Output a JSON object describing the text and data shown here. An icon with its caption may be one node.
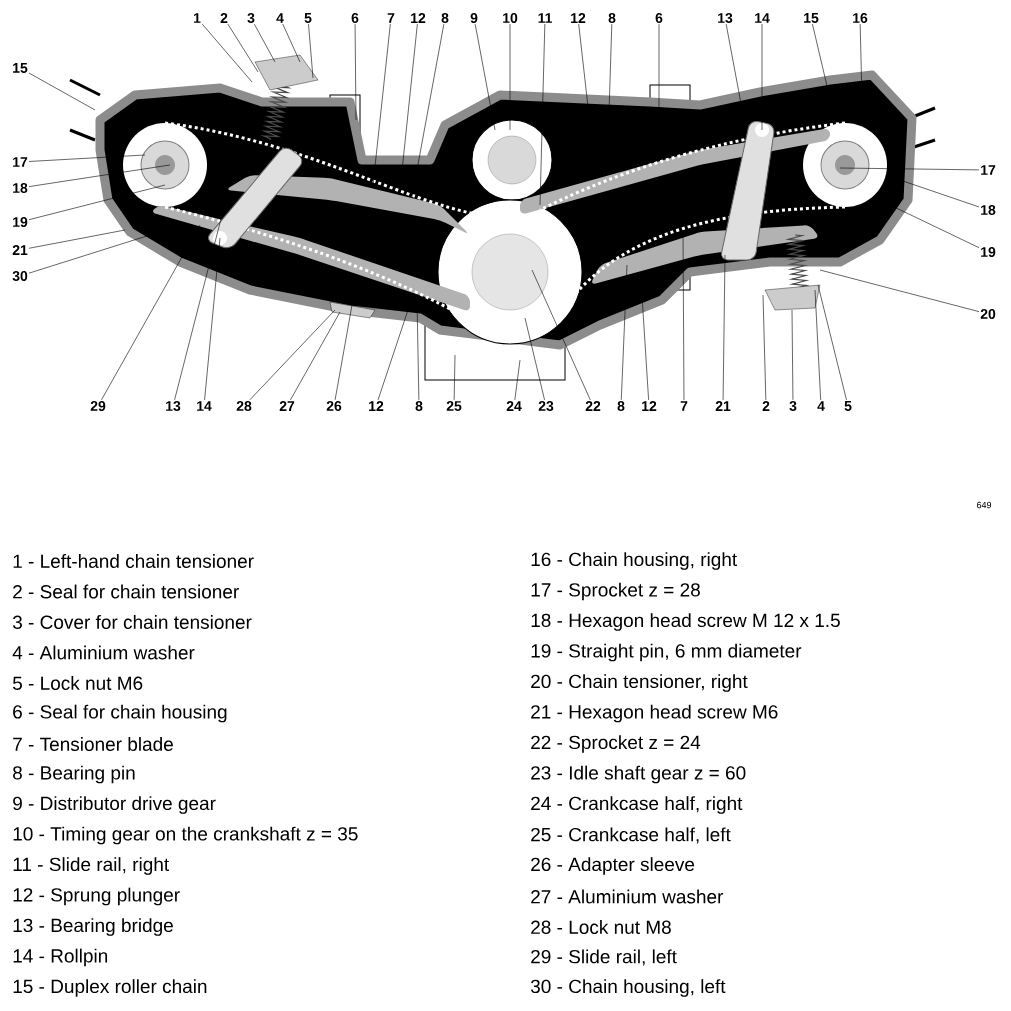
{
  "diagram": {
    "nodes": [
      {
        "text": [
          "1"
        ]
      },
      {
        "text": [
          "2"
        ]
      },
      {
        "text": [
          "3"
        ]
      },
      {
        "text": [
          "4"
        ]
      },
      {
        "text": [
          "5"
        ]
      },
      {
        "text": [
          "6"
        ]
      },
      {
        "text": [
          "7"
        ]
      },
      {
        "text": [
          "12"
        ]
      },
      {
        "text": [
          "8"
        ]
      },
      {
        "text": [
          "9"
        ]
      },
      {
        "text": [
          "10"
        ]
      },
      {
        "text": [
          "11"
        ]
      },
      {
        "text": [
          "12"
        ]
      },
      {
        "text": [
          "8"
        ]
      },
      {
        "text": [
          "6"
        ]
      },
      {
        "text": [
          "13"
        ]
      },
      {
        "text": [
          "14"
        ]
      },
      {
        "text": [
          "15"
        ]
      },
      {
        "text": [
          "16"
        ]
      },
      {
        "text": [
          "15"
        ]
      },
      {
        "text": [
          "17"
        ]
      },
      {
        "text": [
          "18"
        ]
      },
      {
        "text": [
          "19"
        ]
      },
      {
        "text": [
          "21"
        ]
      },
      {
        "text": [
          "30"
        ]
      },
      {
        "text": [
          "17"
        ]
      },
      {
        "text": [
          "18"
        ]
      },
      {
        "text": [
          "19"
        ]
      },
      {
        "text": [
          "20"
        ]
      },
      {
        "text": [
          "29"
        ]
      },
      {
        "text": [
          "13"
        ]
      },
      {
        "text": [
          "14"
        ]
      },
      {
        "text": [
          "28"
        ]
      },
      {
        "text": [
          "27"
        ]
      },
      {
        "text": [
          "26"
        ]
      },
      {
        "text": [
          "12"
        ]
      },
      {
        "text": [
          "8"
        ]
      },
      {
        "text": [
          "25"
        ]
      },
      {
        "text": [
          "24"
        ]
      },
      {
        "text": [
          "23"
        ]
      },
      {
        "text": [
          "22"
        ]
      },
      {
        "text": [
          "8"
        ]
      },
      {
        "text": [
          "12"
        ]
      },
      {
        "text": [
          "7"
        ]
      },
      {
        "text": [
          "21"
        ]
      },
      {
        "text": [
          "2"
        ]
      },
      {
        "text": [
          "3"
        ]
      },
      {
        "text": [
          "4"
        ]
      },
      {
        "text": [
          "5"
        ]
      }
    ],
    "edges": [
      {
        "from": 0,
        "to": null,
        "arrow": "none"
      },
      {
        "from": 1,
        "to": null,
        "arrow": "none"
      },
      {
        "from": 2,
        "to": null,
        "arrow": "none"
      },
      {
        "from": 3,
        "to": null,
        "arrow": "none"
      },
      {
        "from": 4,
        "to": null,
        "arrow": "none"
      },
      {
        "from": 5,
        "to": null,
        "arrow": "none"
      },
      {
        "from": 6,
        "to": null,
        "arrow": "none"
      },
      {
        "from": 7,
        "to": null,
        "arrow": "none"
      },
      {
        "from": 8,
        "to": null,
        "arrow": "none"
      },
      {
        "from": 9,
        "to": null,
        "arrow": "none"
      },
      {
        "from": 10,
        "to": null,
        "arrow": "none"
      },
      {
        "from": 11,
        "to": null,
        "arrow": "none"
      },
      {
        "from": 12,
        "to": null,
        "arrow": "none"
      },
      {
        "from": 13,
        "to": null,
        "arrow": "none"
      },
      {
        "from": 14,
        "to": null,
        "arrow": "none"
      },
      {
        "from": 15,
        "to": null,
        "arrow": "none"
      },
      {
        "from": 16,
        "to": null,
        "arrow": "none"
      },
      {
        "from": 17,
        "to": null,
        "arrow": "none"
      },
      {
        "from": 18,
        "to": null,
        "arrow": "none"
      },
      {
        "from": 19,
        "to": null,
        "arrow": "none"
      },
      {
        "from": 20,
        "to": null,
        "arrow": "none"
      },
      {
        "from": 21,
        "to": null,
        "arrow": "none"
      },
      {
        "from": 22,
        "to": null,
        "arrow": "none"
      },
      {
        "from": 23,
        "to": null,
        "arrow": "none"
      },
      {
        "from": 24,
        "to": null,
        "arrow": "none"
      },
      {
        "from": 25,
        "to": null,
        "arrow": "none"
      },
      {
        "from": 26,
        "to": null,
        "arrow": "none"
      },
      {
        "from": 27,
        "to": null,
        "arrow": "none"
      },
      {
        "from": 28,
        "to": null,
        "arrow": "none"
      },
      {
        "from": 29,
        "to": null,
        "arrow": "none"
      },
      {
        "from": 30,
        "to": null,
        "arrow": "none"
      },
      {
        "from": 31,
        "to": null,
        "arrow": "none"
      },
      {
        "from": 32,
        "to": null,
        "arrow": "none"
      },
      {
        "from": 33,
        "to": null,
        "arrow": "none"
      },
      {
        "from": 34,
        "to": null,
        "arrow": "none"
      },
      {
        "from": 35,
        "to": null,
        "arrow": "none"
      },
      {
        "from": 36,
        "to": null,
        "arrow": "none"
      },
      {
        "from": 37,
        "to": null,
        "arrow": "none"
      },
      {
        "from": 38,
        "to": null,
        "arrow": "none"
      },
      {
        "from": 39,
        "to": null,
        "arrow": "none"
      },
      {
        "from": 40,
        "to": null,
        "arrow": "none"
      },
      {
        "from": 41,
        "to": null,
        "arrow": "none"
      },
      {
        "from": 42,
        "to": null,
        "arrow": "none"
      },
      {
        "from": 43,
        "to": null,
        "arrow": "none"
      },
      {
        "from": 44,
        "to": null,
        "arrow": "none"
      },
      {
        "from": 45,
        "to": null,
        "arrow": "none"
      },
      {
        "from": 46,
        "to": null,
        "arrow": "none"
      },
      {
        "from": 47,
        "to": null,
        "arrow": "none"
      },
      {
        "from": 48,
        "to": null,
        "arrow": "none"
      }
    ],
    "labels": [
      "649",
      "1 - Left-hand chain tensioner",
      "2 - Seal for chain tensioner",
      "3 - Cover for chain tensioner",
      "4 - Aluminium washer",
      "5 - Lock nut M6",
      "6 - Seal for chain housing",
      "7 - Tensioner blade",
      "8 - Bearing pin",
      "9 - Distributor drive gear",
      "10 - Timing gear on the crankshaft z = 35",
      "11 - Slide rail, right",
      "12 - Sprung plunger",
      "13 - Bearing bridge",
      "14 - Rollpin",
      "15 - Duplex roller chain",
      "16 - Chain housing, right",
      "17 - Sprocket z = 28",
      "18 - Hexagon head screw M 12 x 1.5",
      "19 - Straight pin, 6 mm diameter",
      "20 - Chain tensioner, right",
      "21 - Hexagon head screw M6",
      "22 - Sprocket z = 24",
      "23 - Idle shaft gear z = 60",
      "24 - Crankcase half, right",
      "25 - Crankcase half, left",
      "26 - Adapter sleeve",
      "27 - Aluminium washer",
      "28 - Lock nut M8",
      "29 - Slide rail, left",
      "30 - Chain housing, left"
    ]
  }
}
